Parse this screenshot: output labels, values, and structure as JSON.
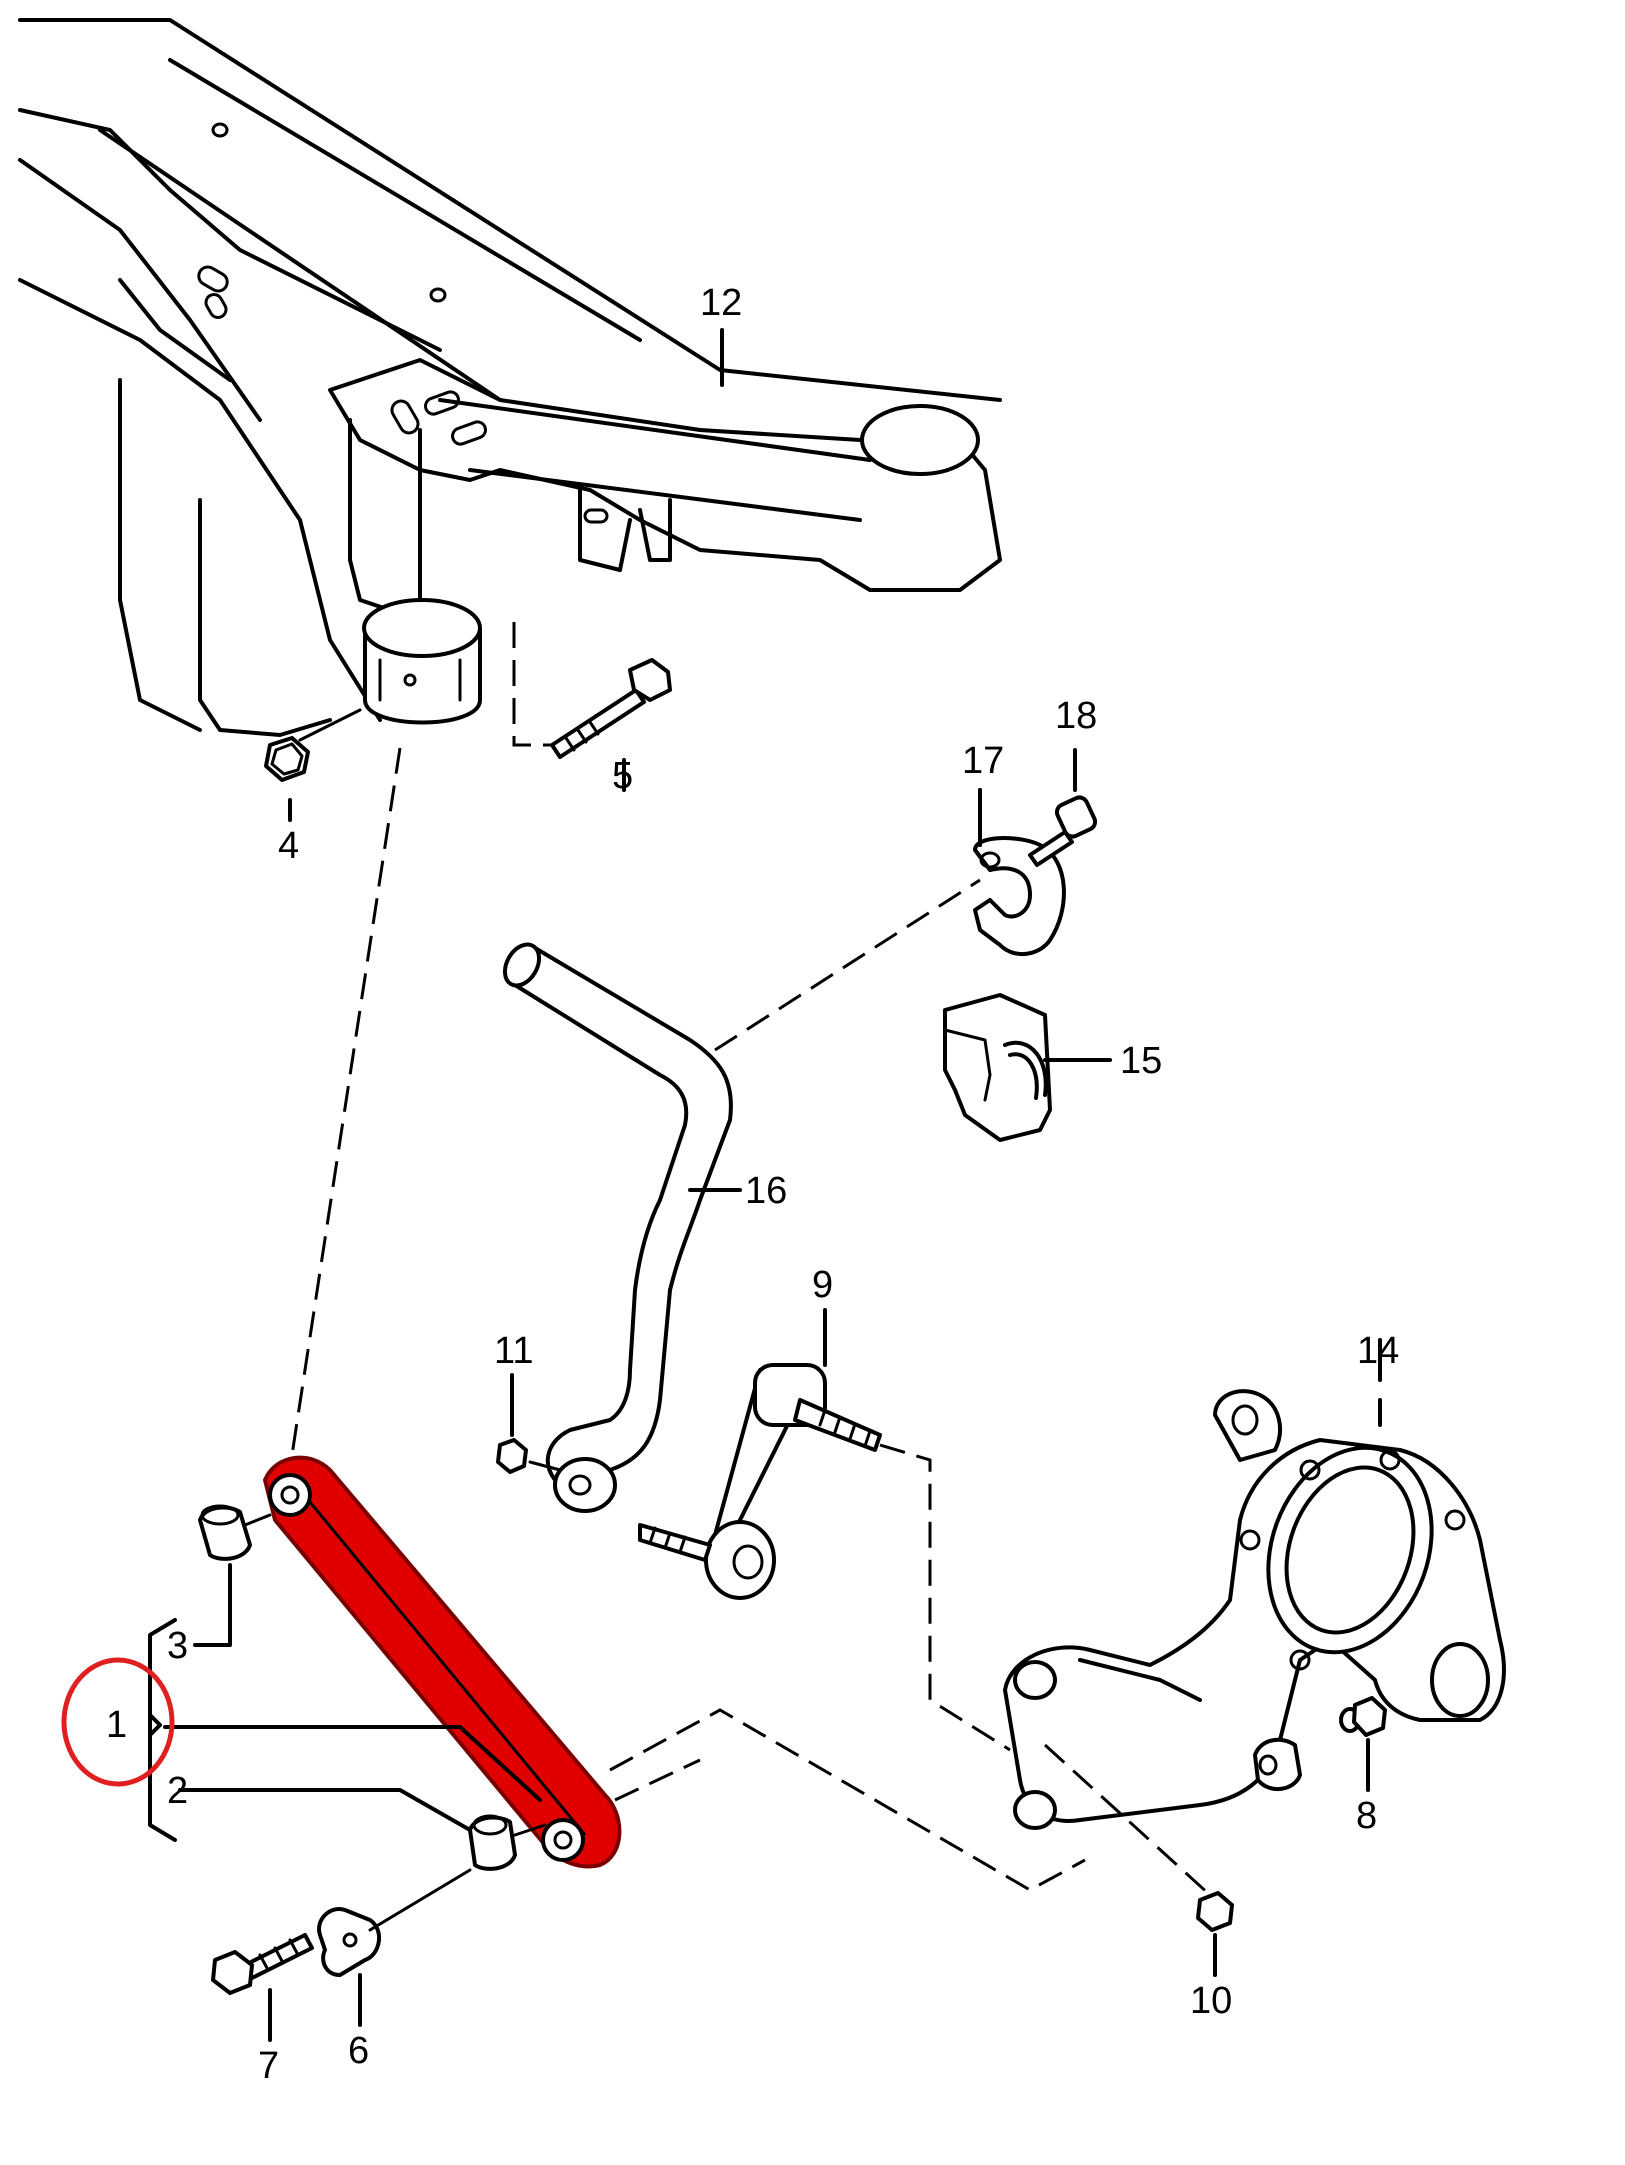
{
  "labels": {
    "p1": "1",
    "p2": "2",
    "p3": "3",
    "p4": "4",
    "p5": "5",
    "p6": "6",
    "p7": "7",
    "p8": "8",
    "p9": "9",
    "p10": "10",
    "p11": "11",
    "p12": "12",
    "p14": "14",
    "p15": "15",
    "p16": "16",
    "p17": "17",
    "p18": "18"
  },
  "highlight": {
    "part": "1",
    "arm_color": "#e00000",
    "circle_color": "#e02020"
  }
}
